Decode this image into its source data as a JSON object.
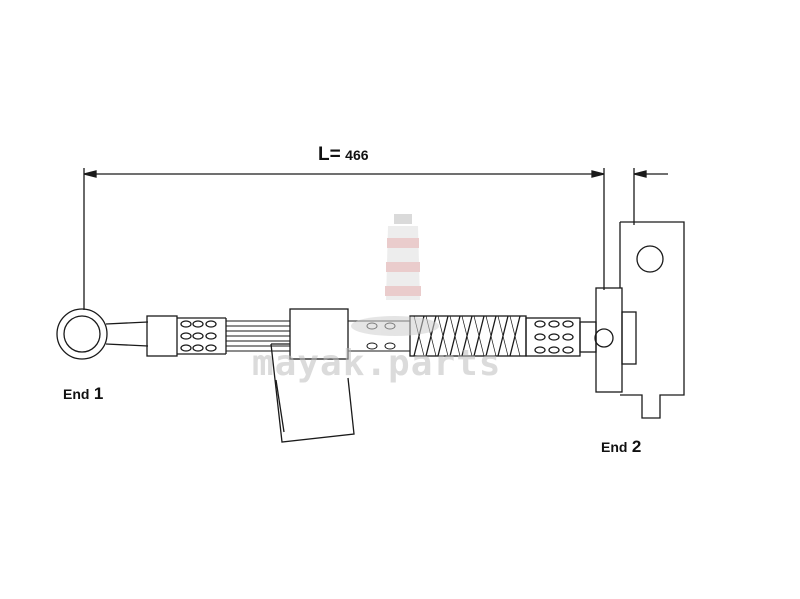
{
  "diagram": {
    "dimension": {
      "prefix": "L=",
      "value": "466"
    },
    "end1": {
      "word": "End",
      "number": "1"
    },
    "end2": {
      "word": "End",
      "number": "2"
    }
  },
  "watermark": {
    "text": "mayak.parts",
    "logo": "lighthouse-logo"
  },
  "colors": {
    "line": "#1a1a1a",
    "background": "#ffffff",
    "watermark_gray": "#bdbdbd",
    "watermark_red": "#d9a3a3"
  }
}
